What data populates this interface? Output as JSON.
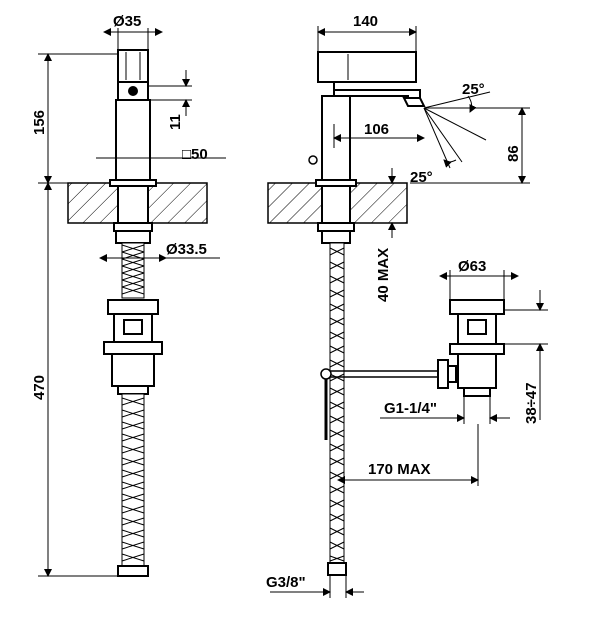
{
  "colors": {
    "ink": "#000000",
    "background": "#ffffff",
    "hatch": "#000000"
  },
  "dimensions": {
    "front_top_diameter": "Ø35",
    "front_height": "156",
    "spout_gap": "11",
    "square_body": "□50",
    "hose_diameter": "Ø33.5",
    "total_length": "470",
    "side_length": "140",
    "spray_angle_top": "25°",
    "spout_reach": "106",
    "spout_height": "86",
    "spray_angle_bottom": "25°",
    "max_thickness": "40 MAX",
    "waste_diameter": "Ø63",
    "waste_height": "38÷47",
    "waste_thread": "G1-1/4\"",
    "rod_reach": "170 MAX",
    "supply_thread": "G3/8\""
  },
  "icons": {
    "hatch": "hatched-countertop-section",
    "leaders": "dimension-arrow"
  }
}
